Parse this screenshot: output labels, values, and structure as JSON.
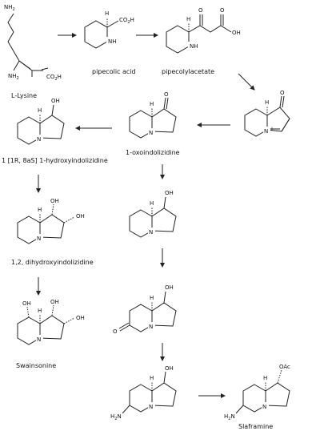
{
  "captions": {
    "lysine": "L-Lysine",
    "pipecolic": "pipecolic acid",
    "pipecolylacetate": "pipecolylacetate",
    "oxoindolizidine": "1-oxoindolizidine",
    "hydroxy": "1 [1R, 8aS] 1-hydroxyindolizidine",
    "dihydroxy": "1,2, dihydroxyindolizidine",
    "swainsonine": "Swainsonine",
    "slaframine": "Slaframine"
  },
  "atoms": {
    "nh2": "NH",
    "sub2": "2",
    "h": "H",
    "n": "N",
    "nh": "NH",
    "oh": "OH",
    "co2h": "CO",
    "o": "O",
    "oac": "OAc",
    "plus": "+"
  }
}
